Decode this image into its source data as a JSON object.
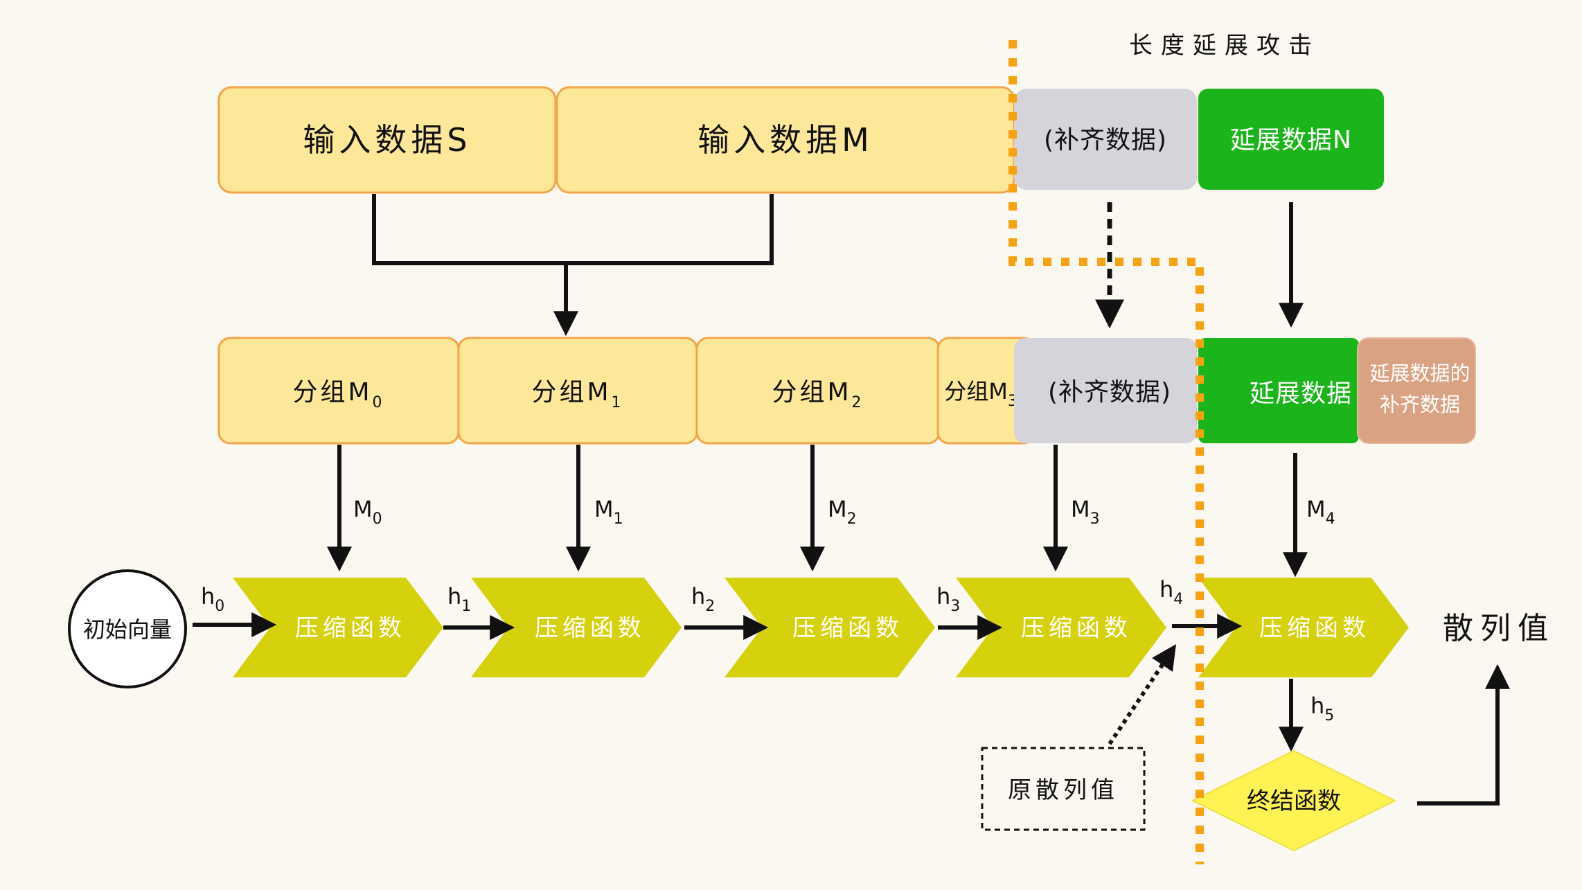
{
  "title": "长度延展攻击",
  "top_row": {
    "input_s": "输入数据S",
    "input_m": "输入数据M",
    "padding": "(补齐数据)",
    "extension": "延展数据N"
  },
  "blocks": {
    "b0": {
      "text": "分组M",
      "sub": "0"
    },
    "b1": {
      "text": "分组M",
      "sub": "1"
    },
    "b2": {
      "text": "分组M",
      "sub": "2"
    },
    "b3": {
      "text": "分组M",
      "sub": "3"
    },
    "padding": "(补齐数据)",
    "extension": "延展数据",
    "ext_padding_line1": "延展数据的",
    "ext_padding_line2": "补齐数据"
  },
  "messages": [
    {
      "base": "M",
      "sub": "0"
    },
    {
      "base": "M",
      "sub": "1"
    },
    {
      "base": "M",
      "sub": "2"
    },
    {
      "base": "M",
      "sub": "3"
    },
    {
      "base": "M",
      "sub": "4"
    }
  ],
  "states": [
    {
      "base": "h",
      "sub": "0"
    },
    {
      "base": "h",
      "sub": "1"
    },
    {
      "base": "h",
      "sub": "2"
    },
    {
      "base": "h",
      "sub": "3"
    },
    {
      "base": "h",
      "sub": "4"
    },
    {
      "base": "h",
      "sub": "5"
    }
  ],
  "initial_vector": "初始向量",
  "compression": "压缩函数",
  "finalize": "终结函数",
  "hash_value": "散列值",
  "original_hash": "原散列值",
  "colors": {
    "block_fill": "#fde89a",
    "block_border": "#f2a54a",
    "padding_fill": "#d6d4db",
    "extension_fill": "#1bb51b",
    "ext_padding_fill": "#d9a383",
    "chevron_fill": "#d6d10d",
    "finalize_fill": "#fff354",
    "attack_line": "#f5a213"
  }
}
